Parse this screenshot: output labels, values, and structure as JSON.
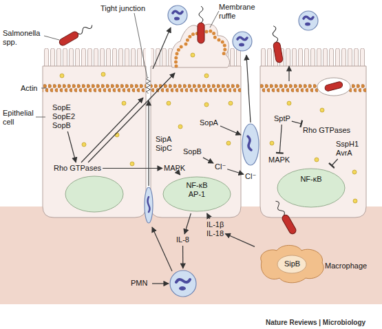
{
  "diagram": {
    "nodes": [
      {
        "text": [
          "SopE",
          "SopE2",
          "SopB"
        ]
      },
      {
        "text": [
          "Rho GTPases"
        ]
      },
      {
        "text": [
          "SipA",
          "SipC"
        ]
      },
      {
        "text": [
          "SopA"
        ]
      },
      {
        "text": [
          "SopB"
        ]
      },
      {
        "text": [
          "MAPK"
        ]
      },
      {
        "text": [
          "Cl⁻"
        ]
      },
      {
        "text": [
          "NF-κB",
          "AP-1"
        ]
      },
      {
        "text": [
          "Cl⁻"
        ]
      },
      {
        "text": [
          "SptP"
        ]
      },
      {
        "text": [
          "Rho GTPases"
        ]
      },
      {
        "text": [
          "MAPK"
        ]
      },
      {
        "text": [
          "SspH1",
          "AvrA"
        ]
      },
      {
        "text": [
          "NF-κB"
        ]
      },
      {
        "text": [
          "IL-8"
        ]
      },
      {
        "text": [
          "IL-1β",
          "IL-18"
        ]
      },
      {
        "text": [
          "Macrophage",
          "SipB"
        ]
      },
      {
        "text": [
          "PMN"
        ]
      }
    ],
    "edges": [
      {
        "from": 0,
        "to": 1,
        "arrow": "to"
      },
      {
        "from": 1,
        "to": 5,
        "arrow": "to"
      },
      {
        "from": 5,
        "to": 7,
        "arrow": "to"
      },
      {
        "from": 4,
        "to": 6,
        "arrow": "to"
      },
      {
        "from": 6,
        "to": 8,
        "arrow": "to"
      },
      {
        "from": 7,
        "to": 14,
        "arrow": "to"
      },
      {
        "from": 14,
        "to": 17,
        "arrow": "to"
      },
      {
        "from": 15,
        "to": 7,
        "arrow": "to"
      },
      {
        "from": 16,
        "to": 15,
        "arrow": "to"
      },
      {
        "from": 9,
        "to": 11,
        "arrow": "to"
      },
      {
        "from": 9,
        "to": 10,
        "arrow": "to"
      },
      {
        "from": 12,
        "to": 13,
        "arrow": "to"
      }
    ],
    "labels": [
      "Salmonella spp.",
      "Tight junction",
      "Membrane ruffle",
      "Actin",
      "Epithelial cell",
      "Nature Reviews | Microbiology"
    ]
  }
}
